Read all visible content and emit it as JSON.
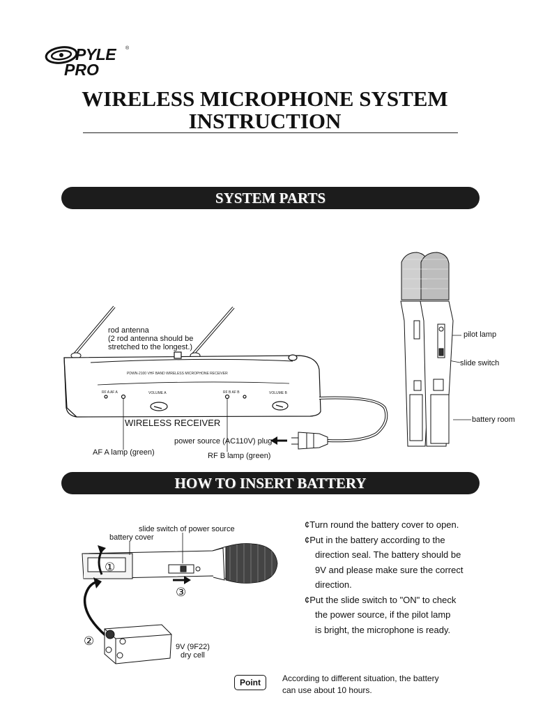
{
  "brand": {
    "top": "PYLE",
    "bottom": "PRO",
    "reg": "®"
  },
  "title": {
    "line1": "WIRELESS MICROPHONE SYSTEM",
    "line2": "INSTRUCTION"
  },
  "sections": {
    "parts": "SYSTEM PARTS",
    "battery": "HOW TO INSERT BATTERY"
  },
  "receiver": {
    "model_line": "PDWN-2100    VHF BAND WIRELESS MICROPHONE RECEIVER",
    "rf_a_af_a": "RF A  AF A",
    "rf_b_af_b": "RF B AF B",
    "volume_a": "VOLUME A",
    "volume_b": "VOLUME B"
  },
  "callouts": {
    "rod_antenna_1": "rod antenna",
    "rod_antenna_2": "(2 rod antenna should be",
    "rod_antenna_3": "stretched to the longest.)",
    "wireless_receiver": "WIRELESS RECEIVER",
    "power_plug": "power source (AC110V) plug",
    "af_a_lamp": "AF A lamp (green)",
    "rf_b_lamp": "RF B lamp (green)",
    "pilot_lamp": "pilot lamp",
    "slide_switch": "slide switch",
    "battery_room": "battery room"
  },
  "battery_diagram": {
    "slide_switch_power": "slide switch of power source",
    "battery_cover": "battery cover",
    "cell_1": "9V (9F22)",
    "cell_2": "dry cell",
    "num1": "①",
    "num2": "②",
    "num3": "③"
  },
  "steps": {
    "s1": "¢Turn round the battery cover to open.",
    "s2a": "¢Put in the battery according to the",
    "s2b": "direction seal. The battery should be",
    "s2c": "9V and please make sure the correct",
    "s2d": "direction.",
    "s3a": "¢Put the slide switch to \"ON\" to check",
    "s3b": "the  power  source,  if  the  pilot  lamp",
    "s3c": "is bright, the microphone is ready."
  },
  "point": {
    "label": "Point",
    "line1": "According to different situation, the battery",
    "line2": "can use about 10 hours."
  }
}
